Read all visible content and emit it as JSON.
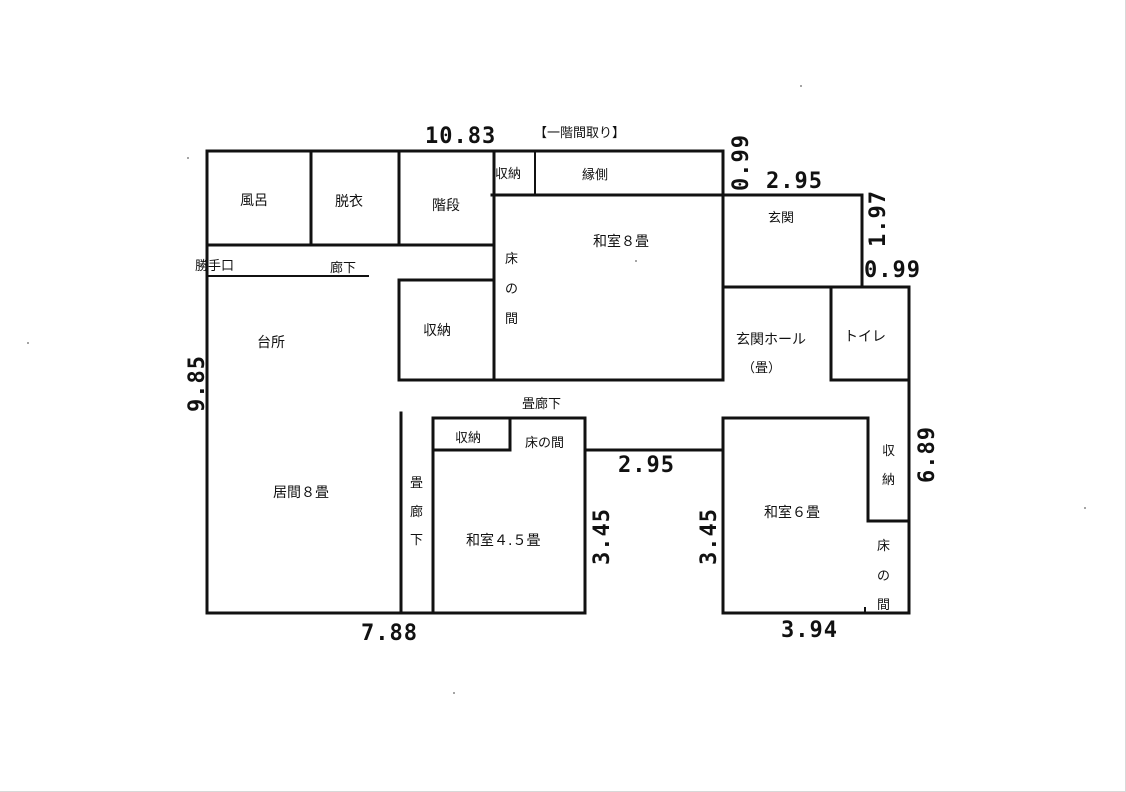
{
  "title": "【一階間取り】",
  "rooms": {
    "bath": "風呂",
    "dressing": "脱衣",
    "stairs": "階段",
    "storage_top": "収納",
    "engawa": "縁側",
    "entrance": "玄関",
    "service_door": "勝手口",
    "corridor": "廊下",
    "tokonoma_v1": "床",
    "tokonoma_v2": "の",
    "tokonoma_v3": "間",
    "washitsu8": "和室８畳",
    "kitchen": "台所",
    "storage_mid": "収納",
    "entrance_hall": "玄関ホール",
    "entrance_hall_note": "（畳）",
    "toilet": "トイレ",
    "tatami_corridor": "畳廊下",
    "storage_small": "収納",
    "tokonoma_h": "床の間",
    "living8": "居間８畳",
    "tatami_corridor_v1": "畳",
    "tatami_corridor_v2": "廊",
    "tatami_corridor_v3": "下",
    "washitsu45": "和室４.５畳",
    "washitsu6": "和室６畳",
    "storage_right_1": "収",
    "storage_right_2": "納",
    "tokonoma_r1": "床",
    "tokonoma_r2": "の",
    "tokonoma_r3": "間"
  },
  "dimensions": {
    "top_width": "10.83",
    "notch_depth": "0.99",
    "entrance_width": "2.95",
    "entrance_depth": "1.97",
    "hall_step": "0.99",
    "left_height": "9.85",
    "right_height": "6.89",
    "middle_gap": "2.95",
    "room45_height": "3.45",
    "room6_height": "3.45",
    "bottom_left": "7.88",
    "bottom_right": "3.94"
  }
}
